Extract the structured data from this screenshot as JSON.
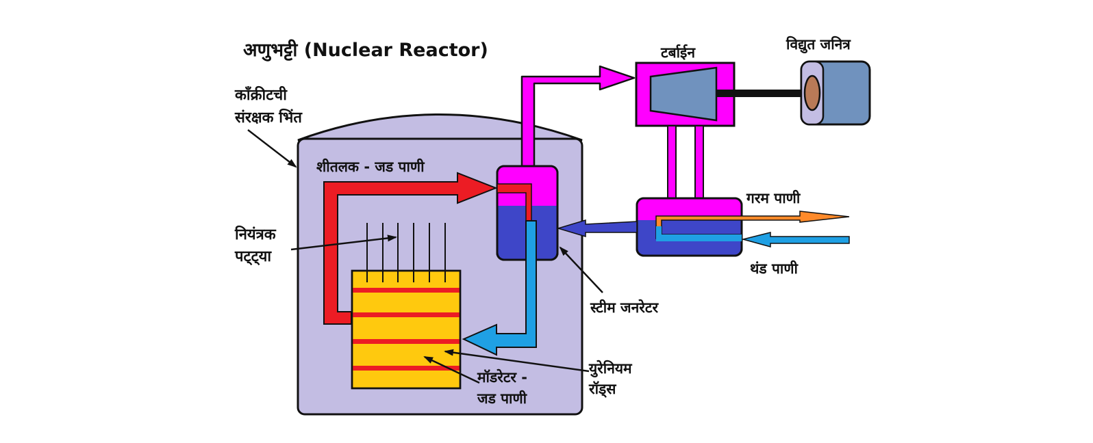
{
  "title": "अणुभट्टी (Nuclear Reactor)",
  "labels": {
    "wall_line1": "काँक्रीटची",
    "wall_line2": "संरक्षक भिंत",
    "coolant": "शीतलक - जड पाणी",
    "control_line1": "नियंत्रक",
    "control_line2": "पट्ट्या",
    "turbine": "टर्बाईन",
    "generator": "विद्युत जनित्र",
    "hot_water": "गरम पाणी",
    "cold_water": "थंड पाणी",
    "steam_generator": "स्टीम जनरेटर",
    "uranium_line1": "युरेनियम",
    "uranium_line2": "रॉड्स",
    "moderator_line1": "मॉडरेटर -",
    "moderator_line2": "जड पाणी"
  },
  "colors": {
    "containment": "#c3bde3",
    "steam": "#ff00ff",
    "water": "#3e46c8",
    "coolant_hot": "#ec1c24",
    "coolant_cold": "#1fa0e4",
    "fuel": "#ffc90e",
    "turbine_cone": "#7092be",
    "hot_outlet": "#ff8a2a"
  }
}
